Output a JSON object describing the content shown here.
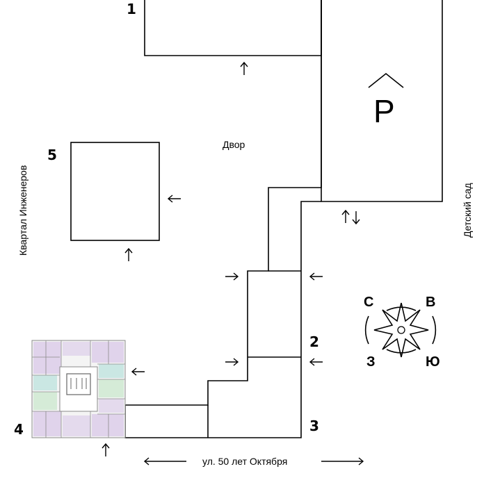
{
  "labels": {
    "b1": "1",
    "b2": "2",
    "b3": "3",
    "b4": "4",
    "b5": "5",
    "parking": "P",
    "yard": "Двор",
    "kvartal": "Квартал Инженеров",
    "kindergarten": "Детский сад",
    "street": "ул. 50 лет Октября"
  },
  "compass": {
    "n": "С",
    "e": "В",
    "w": "З",
    "s": "Ю"
  },
  "colors": {
    "line": "#000000",
    "plan_purple": "#d9c8e8",
    "plan_teal": "#bfe3df",
    "plan_green": "#cde9cf",
    "plan_wall": "#8a8a8a"
  }
}
